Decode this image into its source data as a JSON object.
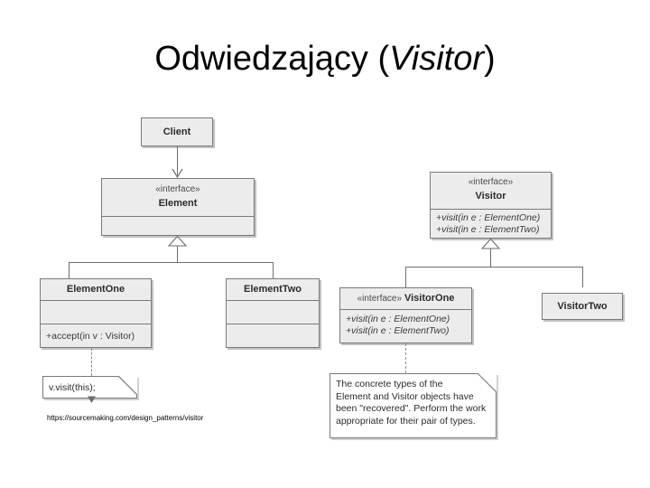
{
  "slide": {
    "title_main": "Odwiedzający (",
    "title_italic": "Visitor",
    "title_close": ")",
    "source_url": "https://sourcemaking.com/design_patterns/visitor"
  },
  "diagram": {
    "type": "uml-class-diagram",
    "pattern": "Visitor",
    "classes": {
      "client": {
        "name": "Client",
        "stereotype": "",
        "compartments": [
          "Client"
        ]
      },
      "element": {
        "stereotype": "«interface»",
        "name": "Element",
        "members": [],
        "empty_compartments": 1
      },
      "element_one": {
        "name": "ElementOne",
        "attributes": [],
        "operations": [
          "+accept(in v : Visitor)"
        ]
      },
      "element_two": {
        "name": "ElementTwo",
        "attributes": [],
        "operations": []
      },
      "visitor": {
        "stereotype": "«interface»",
        "name": "Visitor",
        "operations": [
          "+visit(in e : ElementOne)",
          "+visit(in e : ElementTwo)"
        ]
      },
      "visitor_one": {
        "stereotype": "«interface»",
        "name": "VisitorOne",
        "header": "«interface» VisitorOne",
        "operations": [
          "+visit(in e : ElementOne)",
          "+visit(in e : ElementTwo)"
        ]
      },
      "visitor_two": {
        "name": "VisitorTwo",
        "operations": []
      }
    },
    "notes": {
      "accept_note": {
        "text": "v.visit(this);"
      },
      "concrete_note": {
        "lines": [
          "The concrete types of the",
          "Element and Visitor objects have",
          "been \"recovered\". Perform the work",
          "appropriate for their pair of types."
        ]
      }
    },
    "relations": [
      {
        "from": "Client",
        "to": "Element",
        "kind": "dependency-arrow"
      },
      {
        "from": "ElementOne",
        "to": "Element",
        "kind": "generalization"
      },
      {
        "from": "ElementTwo",
        "to": "Element",
        "kind": "generalization"
      },
      {
        "from": "VisitorOne",
        "to": "Visitor",
        "kind": "generalization"
      },
      {
        "from": "VisitorTwo",
        "to": "Visitor",
        "kind": "generalization"
      },
      {
        "from": "ElementOne",
        "to": "accept_note",
        "kind": "note-anchor"
      },
      {
        "from": "VisitorOne",
        "to": "concrete_note",
        "kind": "note-anchor"
      }
    ],
    "colors": {
      "box_fill": "#ececec",
      "box_border": "#7a7a7a",
      "note_fill": "#ffffff",
      "line": "#6e6e6e",
      "text": "#2b2b2b",
      "background": "#ffffff"
    }
  }
}
